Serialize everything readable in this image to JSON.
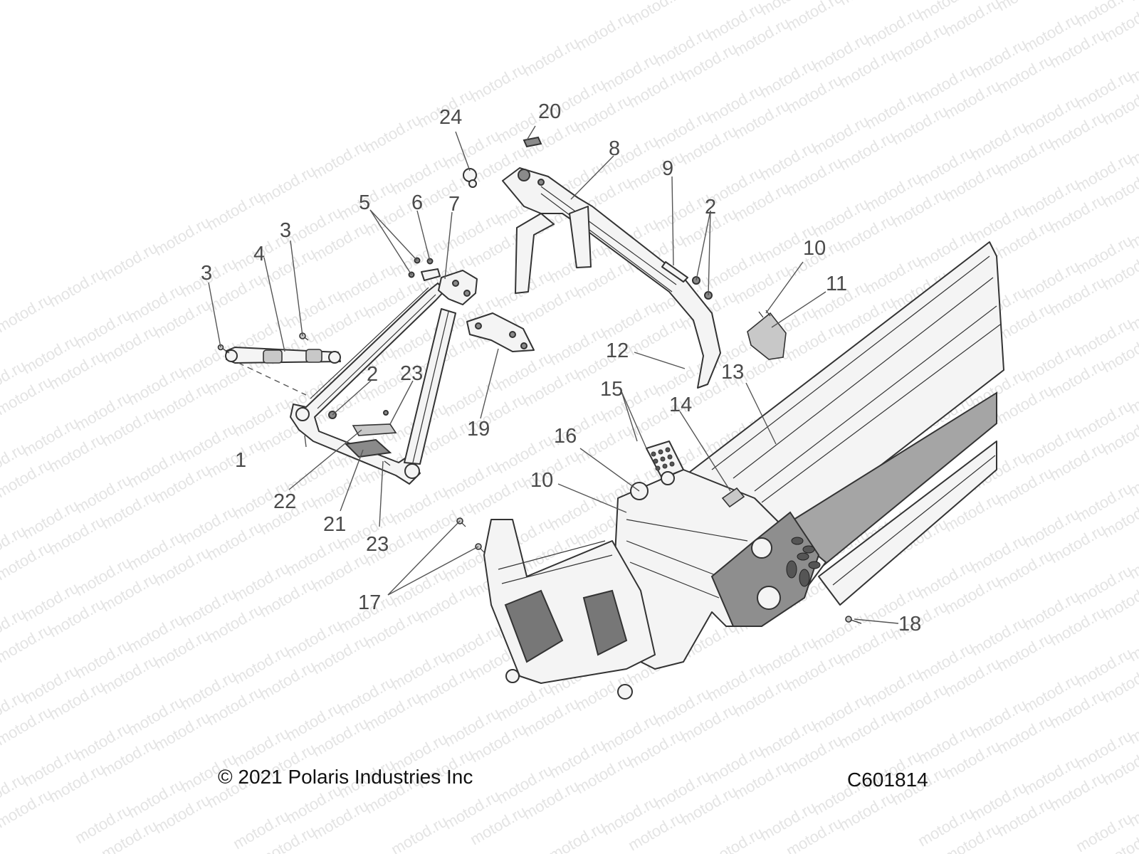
{
  "watermark": "motod.ru",
  "callouts": [
    "1",
    "2",
    "3",
    "4",
    "5",
    "6",
    "7",
    "8",
    "9",
    "10",
    "11",
    "12",
    "13",
    "14",
    "15",
    "16",
    "17",
    "18",
    "19",
    "20",
    "21",
    "22",
    "23",
    "24"
  ],
  "footer": {
    "copyright": "© 2021 Polaris Industries Inc",
    "code": "C601814"
  }
}
